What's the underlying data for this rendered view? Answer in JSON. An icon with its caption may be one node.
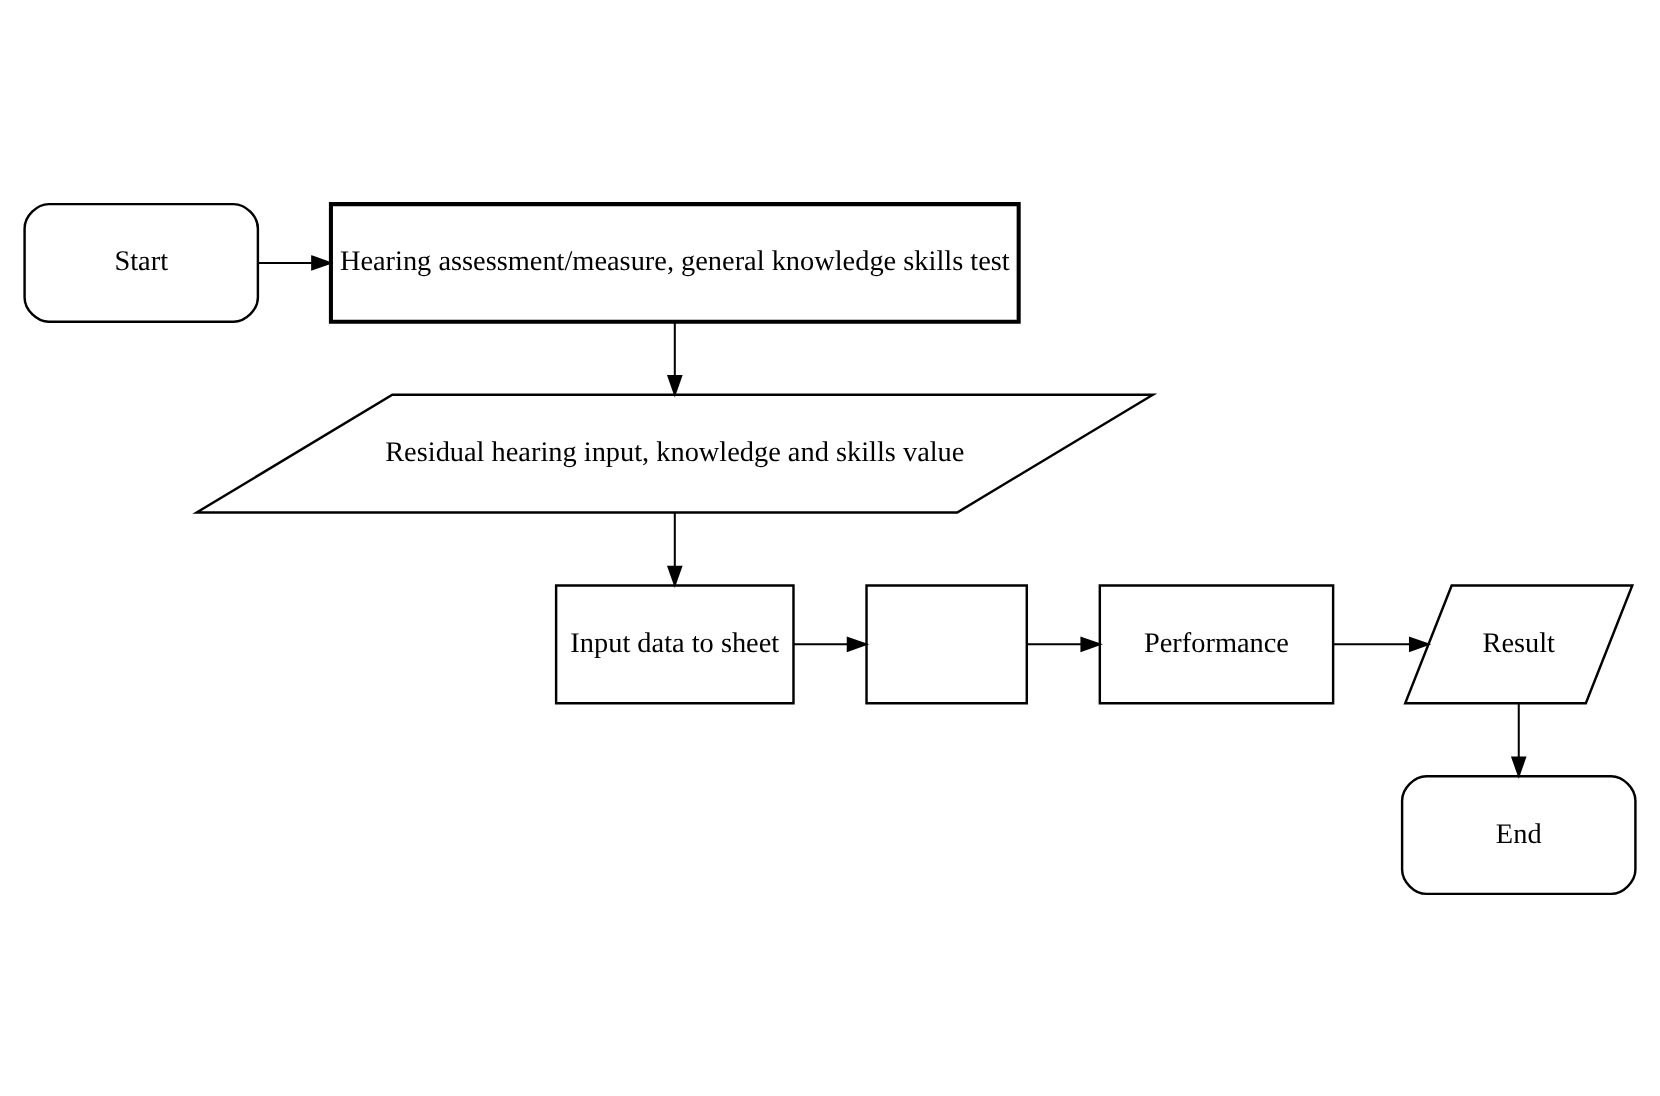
{
  "diagram": {
    "nodes": [
      {
        "text": [
          "Start"
        ]
      },
      {
        "text": [
          "Hearing assessment/measure, general knowledge skills test"
        ]
      },
      {
        "text": [
          "Residual hearing input, knowledge and skills value"
        ]
      },
      {
        "text": [
          "Input data to sheet"
        ]
      },
      {
        "text": [],
        "shape": "box"
      },
      {
        "text": [
          "Performance"
        ]
      },
      {
        "text": [
          "Result"
        ]
      },
      {
        "text": [
          "End"
        ]
      }
    ],
    "edges": [
      {
        "from": 0,
        "to": 1,
        "arrow": "to"
      },
      {
        "from": 1,
        "to": 2,
        "arrow": "to"
      },
      {
        "from": 2,
        "to": 3,
        "arrow": "to"
      },
      {
        "from": 3,
        "to": 4,
        "arrow": "to"
      },
      {
        "from": 4,
        "to": 5,
        "arrow": "to"
      },
      {
        "from": 5,
        "to": 6,
        "arrow": "to"
      },
      {
        "from": 6,
        "to": 7,
        "arrow": "to"
      }
    ]
  }
}
